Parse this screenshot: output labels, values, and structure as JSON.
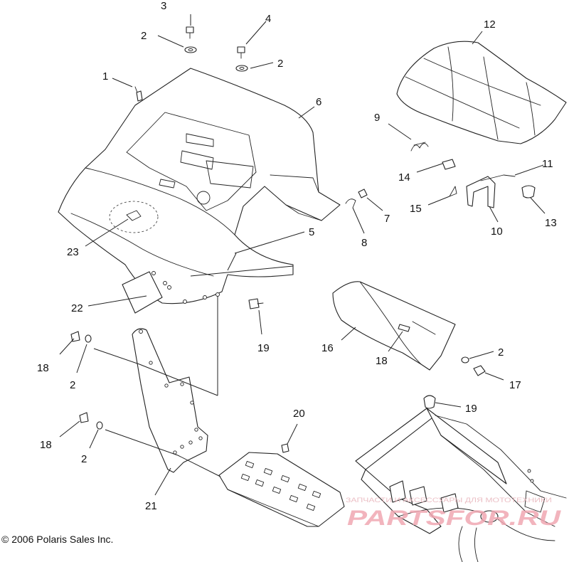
{
  "diagram": {
    "callouts": [
      {
        "id": "c1",
        "label": "1"
      },
      {
        "id": "c2a",
        "label": "2"
      },
      {
        "id": "c2b",
        "label": "2"
      },
      {
        "id": "c2c",
        "label": "2"
      },
      {
        "id": "c2d",
        "label": "2"
      },
      {
        "id": "c2e",
        "label": "2"
      },
      {
        "id": "c3",
        "label": "3"
      },
      {
        "id": "c4",
        "label": "4"
      },
      {
        "id": "c5",
        "label": "5"
      },
      {
        "id": "c6",
        "label": "6"
      },
      {
        "id": "c7",
        "label": "7"
      },
      {
        "id": "c8",
        "label": "8"
      },
      {
        "id": "c9",
        "label": "9"
      },
      {
        "id": "c10",
        "label": "10"
      },
      {
        "id": "c11",
        "label": "11"
      },
      {
        "id": "c12",
        "label": "12"
      },
      {
        "id": "c13",
        "label": "13"
      },
      {
        "id": "c14",
        "label": "14"
      },
      {
        "id": "c15",
        "label": "15"
      },
      {
        "id": "c16",
        "label": "16"
      },
      {
        "id": "c17",
        "label": "17"
      },
      {
        "id": "c18a",
        "label": "18"
      },
      {
        "id": "c18b",
        "label": "18"
      },
      {
        "id": "c18c",
        "label": "18"
      },
      {
        "id": "c19a",
        "label": "19"
      },
      {
        "id": "c19b",
        "label": "19"
      },
      {
        "id": "c20",
        "label": "20"
      },
      {
        "id": "c21",
        "label": "21"
      },
      {
        "id": "c22",
        "label": "22"
      },
      {
        "id": "c23",
        "label": "23"
      }
    ],
    "copyright": "© 2006 Polaris Sales Inc."
  },
  "watermark": {
    "tagline": "ЗАПЧАСТИ И АКСЕССУАРЫ ДЛЯ МОТОТЕХНИКИ",
    "brand": "PARTSFOR.RU",
    "color": "#f0a7b2"
  }
}
